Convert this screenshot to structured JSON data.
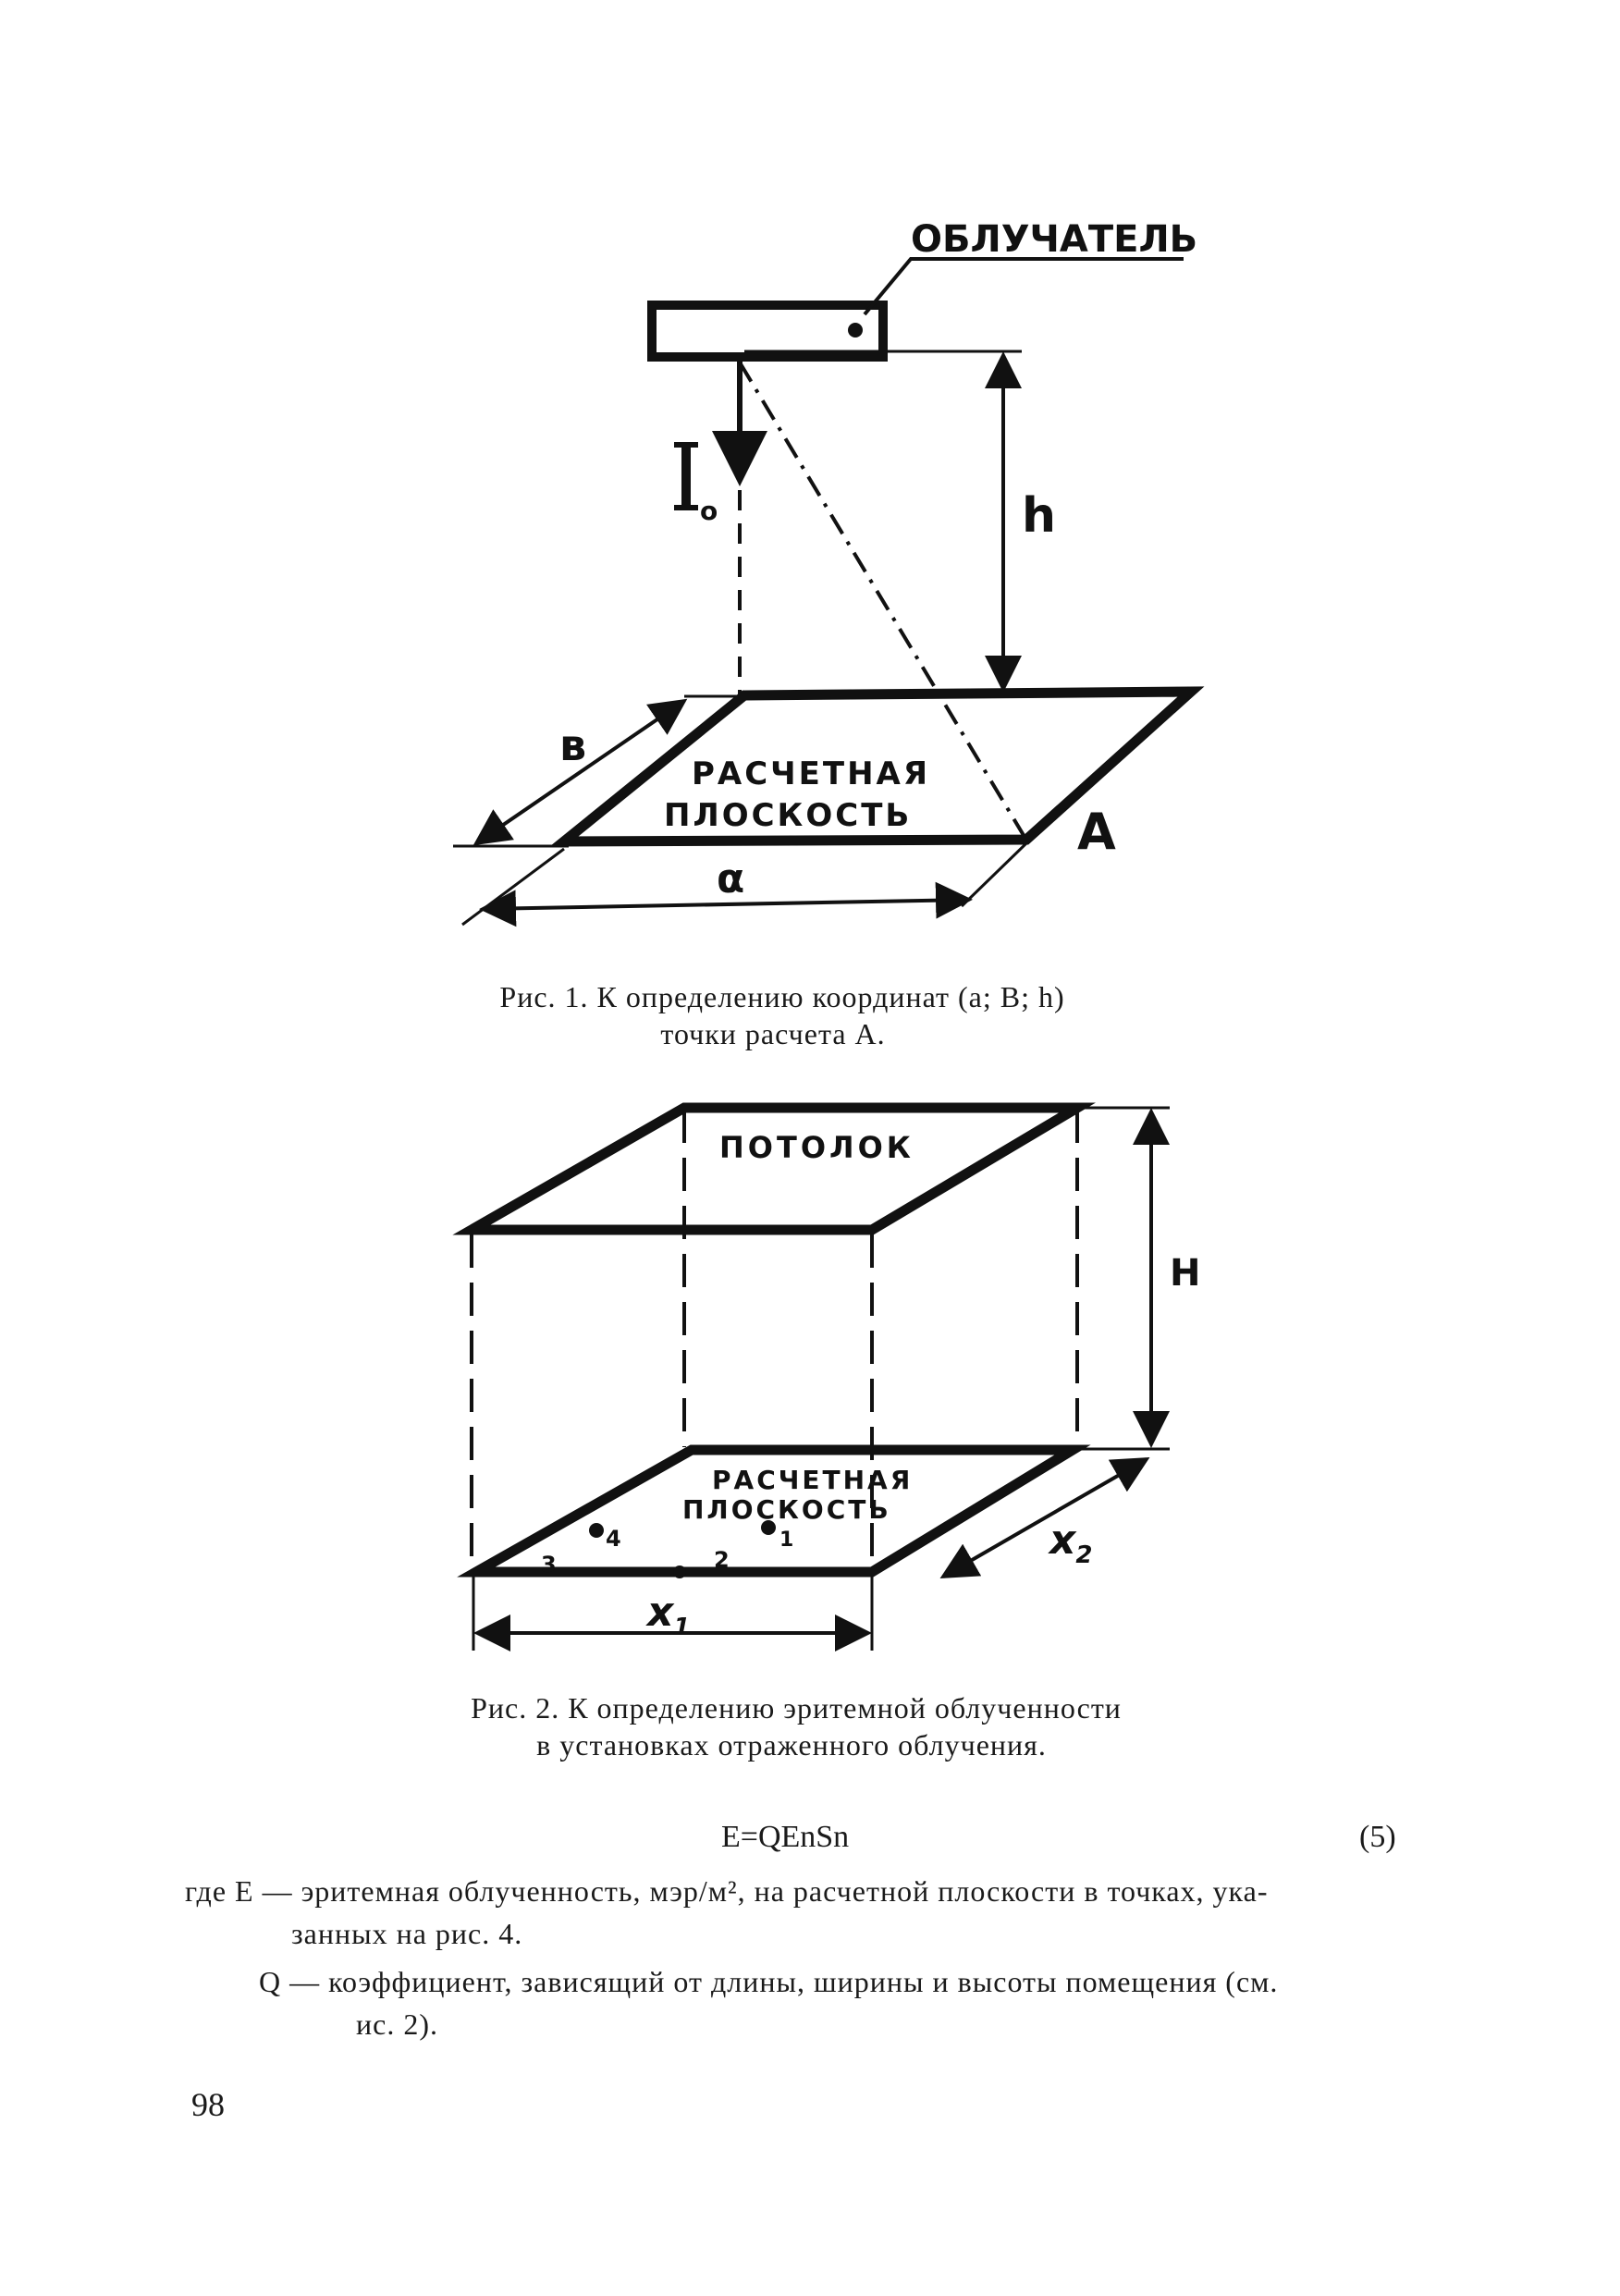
{
  "figure1": {
    "irradiator_label": "ОБЛУЧАТЕЛЬ",
    "intensity_label": "I",
    "intensity_subscript": "о",
    "height_label": "h",
    "plane_label_line1": "РАСЧЕТНАЯ",
    "plane_label_line2": "ПЛОСКОСТЬ",
    "b_label": "в",
    "a_label": "α",
    "point_label": "A",
    "caption_line1": "Рис. 1.  К определению  координат (а; В; h)",
    "caption_line2": "точки расчета А."
  },
  "figure2": {
    "ceiling_label": "ПОТОЛОК",
    "height_label": "Н",
    "plane_label_line1": "РАСЧЕТНАЯ",
    "plane_label_line2": "ПЛОСКОСТЬ",
    "points": [
      "1",
      "2",
      "3",
      "4"
    ],
    "x1_label": "x",
    "x1_sub": "1",
    "x2_label": "x",
    "x2_sub": "2",
    "caption_line1": "Рис. 2. К определению эритемной облученности",
    "caption_line2": "в установках отраженного облучения."
  },
  "formula": {
    "text": "E=QEnSn",
    "number": "(5)"
  },
  "definitions": [
    {
      "first": "где Е — эритемная облученность, мэр/м², на расчетной плоскости в точках, ука-",
      "cont": "занных на рис. 4."
    },
    {
      "first": "Q — коэффициент, зависящий от длины, ширины и высоты помещения (см.",
      "cont": "ис. 2)."
    }
  ],
  "page_number": "98"
}
